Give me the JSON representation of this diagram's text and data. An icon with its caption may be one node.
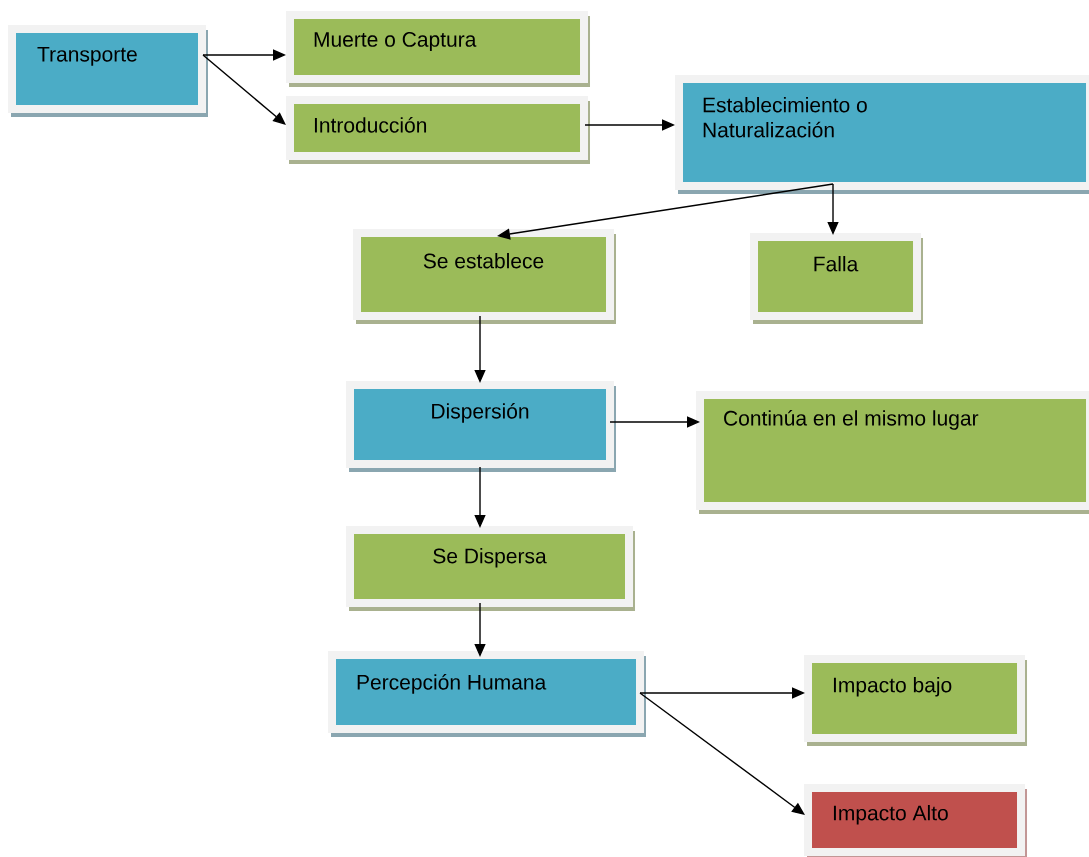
{
  "diagram": {
    "nodes": [
      {
        "text": [
          "Transporte"
        ]
      },
      {
        "text": [
          "Muerte o Captura"
        ]
      },
      {
        "text": [
          "Introducción"
        ]
      },
      {
        "text": [
          "Establecimiento o Naturalización"
        ]
      },
      {
        "text": [
          "Se establece"
        ]
      },
      {
        "text": [
          "Falla"
        ]
      },
      {
        "text": [
          "Dispersión"
        ]
      },
      {
        "text": [
          "Continúa en el mismo lugar"
        ]
      },
      {
        "text": [
          "Se Dispersa"
        ]
      },
      {
        "text": [
          "Percepción Humana"
        ]
      },
      {
        "text": [
          "Impacto bajo"
        ]
      },
      {
        "text": [
          "Impacto Alto"
        ]
      }
    ],
    "edges": [
      {
        "from": 0,
        "to": 1,
        "arrow": "to"
      },
      {
        "from": 0,
        "to": 2,
        "arrow": "to"
      },
      {
        "from": 2,
        "to": 3,
        "arrow": "to"
      },
      {
        "from": 3,
        "to": 4,
        "arrow": "to"
      },
      {
        "from": 3,
        "to": 5,
        "arrow": "to"
      },
      {
        "from": 4,
        "to": 6,
        "arrow": "to"
      },
      {
        "from": 6,
        "to": 7,
        "arrow": "to"
      },
      {
        "from": 6,
        "to": 8,
        "arrow": "to"
      },
      {
        "from": 8,
        "to": 9,
        "arrow": "to"
      },
      {
        "from": 9,
        "to": 10,
        "arrow": "to"
      },
      {
        "from": 9,
        "to": 11,
        "arrow": "to"
      }
    ]
  }
}
